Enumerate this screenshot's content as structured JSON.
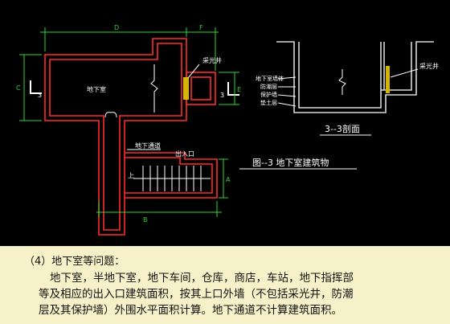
{
  "plan": {
    "dim_top_d": "D",
    "dim_top_f": "F",
    "dim_left_c": "C",
    "dim_bottom_b": "B",
    "dim_right_a": "A",
    "dim_right_e": "E",
    "section_mark_left": "3",
    "section_mark_right": "3",
    "room_basement": "地下室",
    "room_lightwell": "采光井",
    "room_passage": "地下通道",
    "room_entrance": "出入口",
    "stair_up": "上"
  },
  "section": {
    "wall_labels": [
      "地下室墙体",
      "防潮层",
      "保护墙",
      "垫土层"
    ],
    "lightwell": "采光井",
    "title": "3--3剖面"
  },
  "figure_caption": "图--3  地下室建筑物",
  "text_panel": {
    "heading": "（4）地下室等问题：",
    "body_line1": "地下室，半地下室，地下车间，仓库，商店，车站，地下指挥部",
    "body_line2": "等及相应的出入口建筑面积，按其上口外墙（不包括采光井，防潮",
    "body_line3": "层及其保护墙）外围水平面积计算。地下通道不计算建筑面积。",
    "background_color": "#f7f1c9"
  },
  "colors": {
    "background": "#000000",
    "wall_red": "#ff2a2a",
    "dimension_green": "#2fd62f",
    "hatch_yellow": "#d6b400"
  }
}
